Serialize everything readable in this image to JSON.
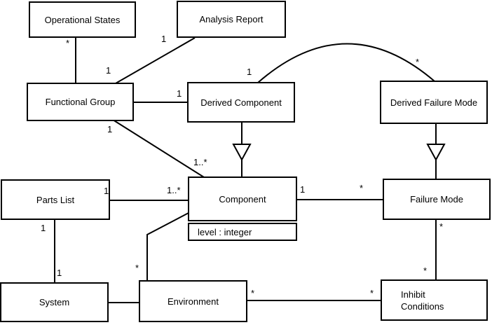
{
  "diagram_type": "uml-class-diagram",
  "colors": {
    "line": "#000000",
    "background": "#ffffff",
    "box_fill": "#ffffff",
    "text": "#000000"
  },
  "classes": {
    "operational_states": {
      "name": "Operational States"
    },
    "analysis_report": {
      "name": "Analysis Report"
    },
    "functional_group": {
      "name": "Functional Group"
    },
    "derived_component": {
      "name": "Derived Component"
    },
    "derived_failure_mode": {
      "name": "Derived Failure Mode"
    },
    "parts_list": {
      "name": "Parts List"
    },
    "component": {
      "name": "Component",
      "attribute": "level : integer"
    },
    "failure_mode": {
      "name": "Failure Mode"
    },
    "system": {
      "name": "System"
    },
    "environment": {
      "name": "Environment"
    },
    "inhibit_conditions": {
      "name": "Inhibit Conditions"
    }
  },
  "relationships": [
    {
      "type": "association",
      "from": "Functional Group",
      "to": "Operational States",
      "to_mult": "*"
    },
    {
      "type": "association",
      "from": "Analysis Report",
      "to": "Functional Group",
      "from_mult": "1",
      "to_mult": "1"
    },
    {
      "type": "association",
      "from": "Functional Group",
      "to": "Derived Component",
      "to_mult": "1"
    },
    {
      "type": "association",
      "from": "Derived Component",
      "to": "Derived Failure Mode",
      "from_mult": "1",
      "to_mult": "*"
    },
    {
      "type": "generalization",
      "from": "Derived Component",
      "to": "Component"
    },
    {
      "type": "association",
      "from": "Functional Group",
      "to": "Component",
      "from_mult": "1",
      "to_mult": "1..*"
    },
    {
      "type": "association",
      "from": "Parts List",
      "to": "Component",
      "from_mult": "1",
      "to_mult": "1..*"
    },
    {
      "type": "association",
      "from": "Component",
      "to": "Failure Mode",
      "from_mult": "1",
      "to_mult": "*"
    },
    {
      "type": "generalization",
      "from": "Derived Failure Mode",
      "to": "Failure Mode"
    },
    {
      "type": "association",
      "from": "Parts List",
      "to": "System",
      "from_mult": "1",
      "to_mult": "1"
    },
    {
      "type": "association",
      "from": "System",
      "to": "Environment"
    },
    {
      "type": "association",
      "from": "Component",
      "to": "Environment",
      "to_mult": "*"
    },
    {
      "type": "association",
      "from": "Environment",
      "to": "Inhibit Conditions",
      "from_mult": "*",
      "to_mult": "*"
    },
    {
      "type": "association",
      "from": "Failure Mode",
      "to": "Inhibit Conditions",
      "from_mult": "*",
      "to_mult": "*"
    }
  ]
}
